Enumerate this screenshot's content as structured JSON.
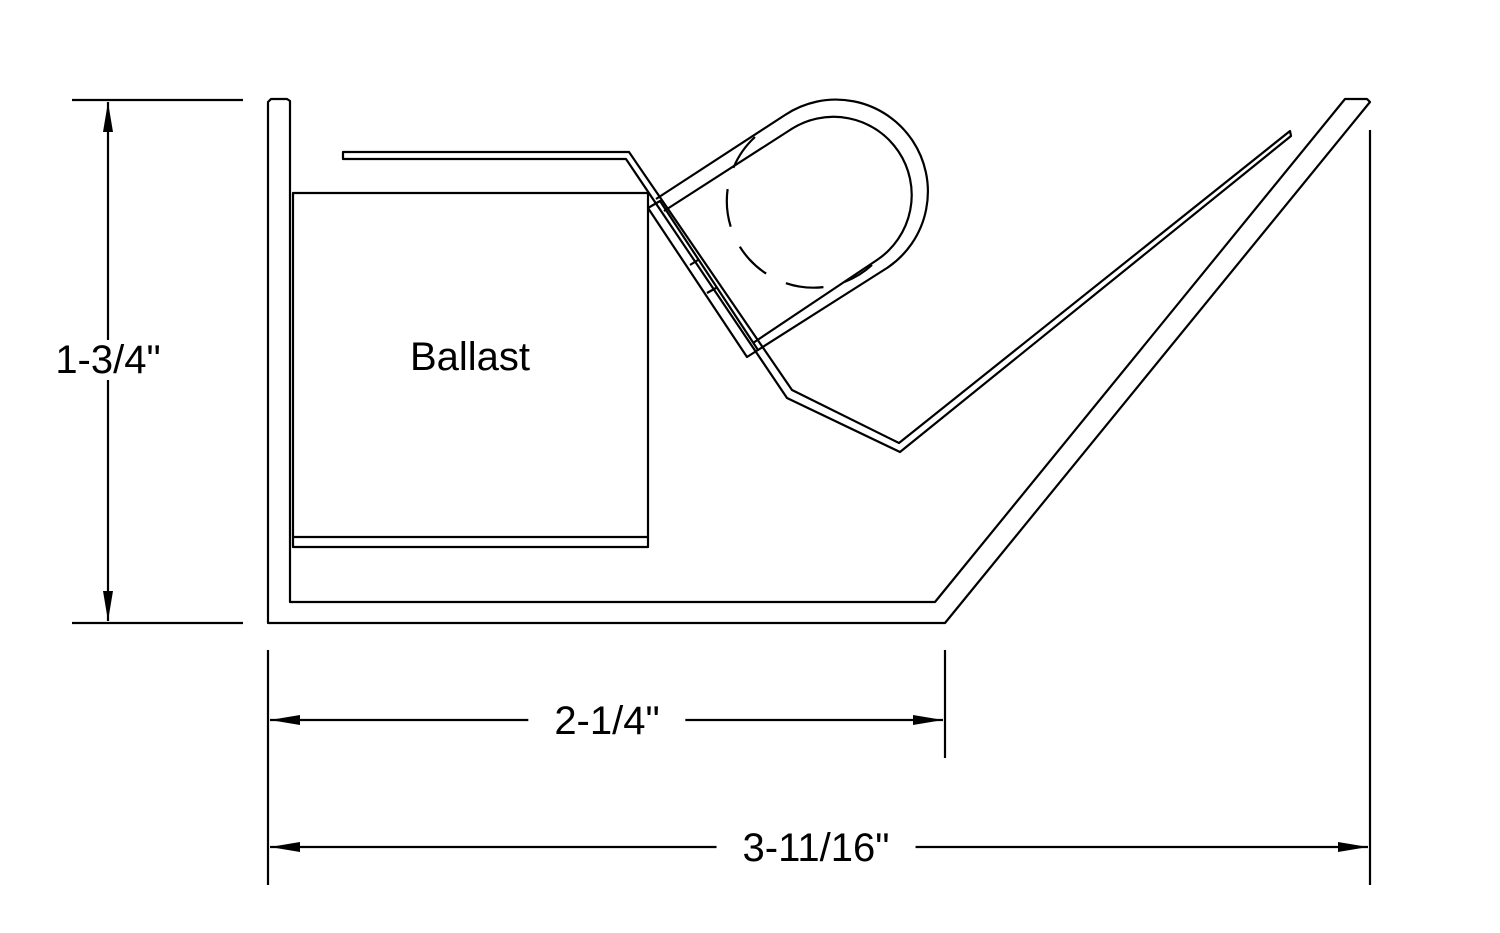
{
  "labels": {
    "ballast": "Ballast",
    "height_dim": "1-3/4\"",
    "inner_width_dim": "2-1/4\"",
    "overall_width_dim": "3-11/16\""
  },
  "colors": {
    "line": "#000000",
    "background": "#ffffff"
  }
}
